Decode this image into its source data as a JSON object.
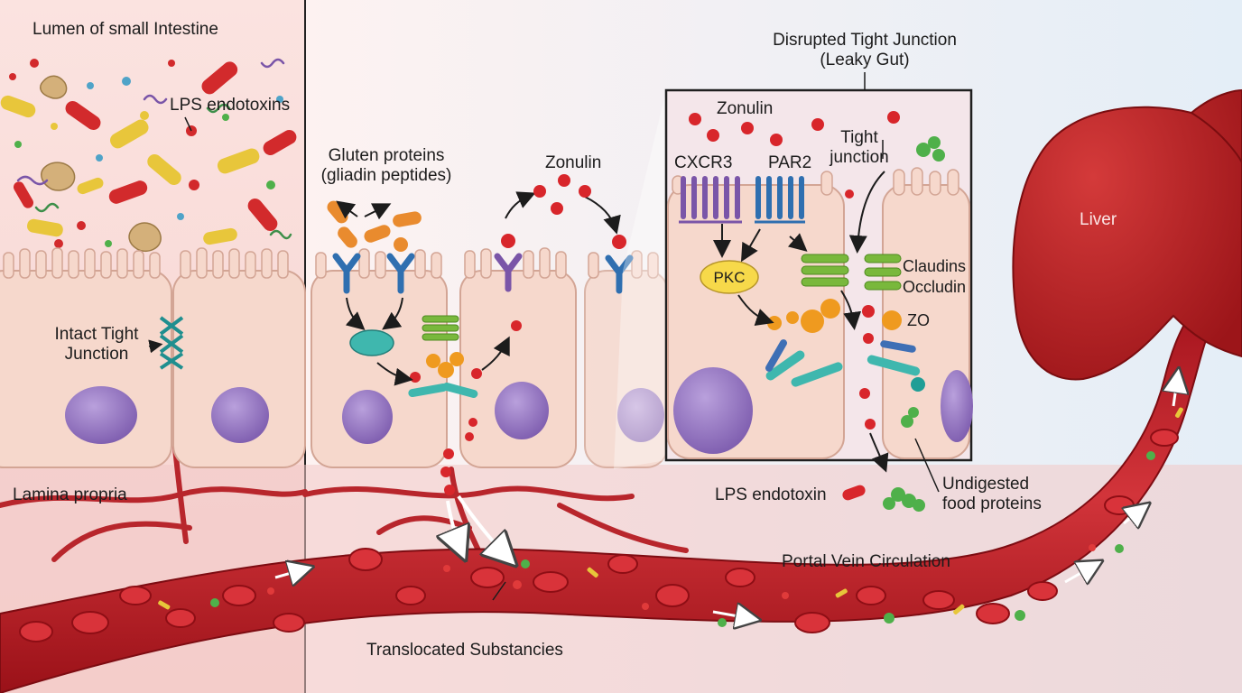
{
  "labels": {
    "lumen": "Lumen of small Intestine",
    "lps_endotoxins": "LPS endotoxins",
    "intact_tj_line1": "Intact Tight",
    "intact_tj_line2": "Junction",
    "lamina_propria": "Lamina propria",
    "gluten_line1": "Gluten proteins",
    "gluten_line2": "(gliadin peptides)",
    "zonulin_top": "Zonulin",
    "disrupted_line1": "Disrupted Tight Junction",
    "disrupted_line2": "(Leaky Gut)",
    "inset_zonulin": "Zonulin",
    "cxcr3": "CXCR3",
    "par2": "PAR2",
    "tight_line1": "Tight",
    "tight_line2": "junction",
    "pkc": "PKC",
    "claudins": "Claudins",
    "occludin": "Occludin",
    "zo": "ZO",
    "lps_endotoxin": "LPS endotoxin",
    "undigested_line1": "Undigested",
    "undigested_line2": "food proteins",
    "liver": "Liver",
    "portal_vein": "Portal Vein Circulation",
    "translocated": "Translocated Substancies"
  },
  "colors": {
    "zonulin": "#d8262b",
    "receptor_blue": "#2f6fb0",
    "receptor_purple": "#7a55a8",
    "claudin": "#79b83c",
    "zo_orange": "#ef9a1f",
    "cell": "#f6d8cc",
    "nucleus": "#9b7cc4",
    "blood": "#c9202a",
    "liver": "#b81d22",
    "gluten": "#e98b2e"
  }
}
